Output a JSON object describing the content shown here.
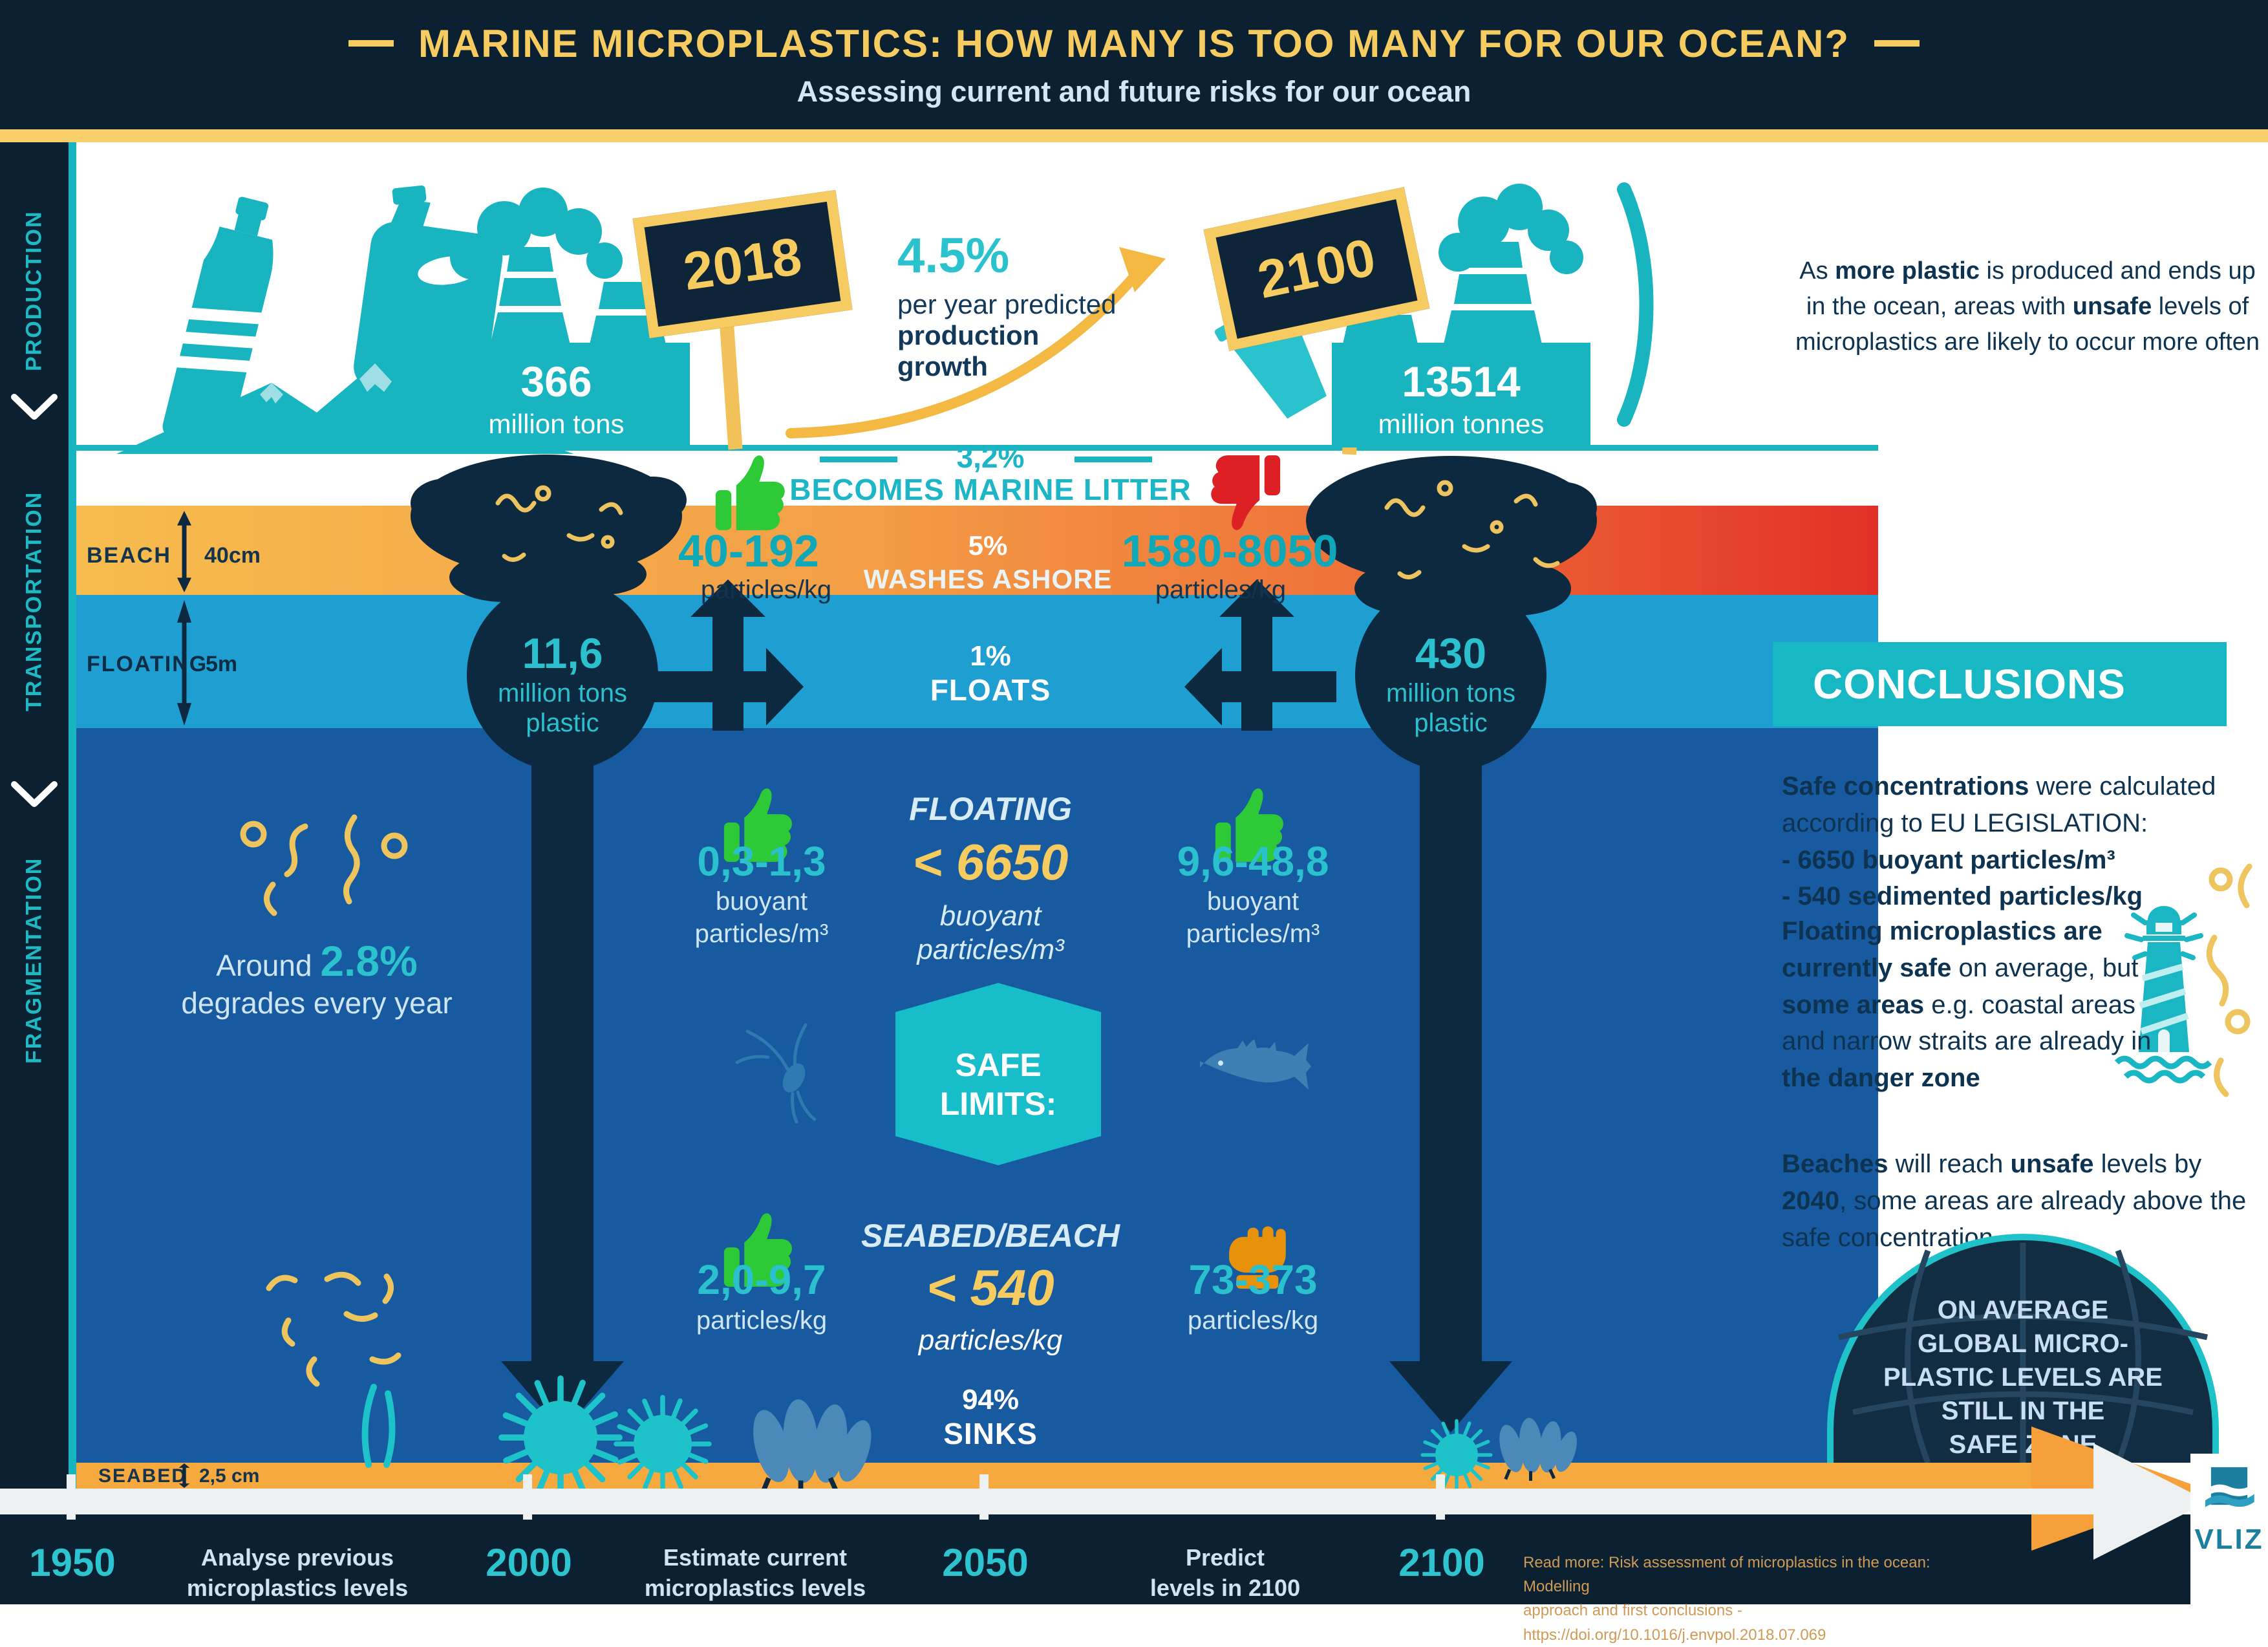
{
  "header": {
    "title": "MARINE MICROPLASTICS: HOW MANY IS TOO MANY FOR OUR OCEAN?",
    "subtitle": "Assessing current and future risks for our ocean"
  },
  "sidebar": {
    "items": [
      {
        "label": "PRODUCTION"
      },
      {
        "label": "TRANSPORTATION"
      },
      {
        "label": "FRAGMENTATION"
      }
    ]
  },
  "production": {
    "now": {
      "year": "2018",
      "amount": "366",
      "unit": "million tons"
    },
    "future": {
      "year": "2100",
      "amount": "13514",
      "unit": "million tonnes"
    },
    "growth": {
      "pct": "4.5%",
      "line1": "per year predicted",
      "line2": "production",
      "line3": "growth"
    },
    "note": {
      "s1": "As ",
      "s2": "more plastic",
      "s3": " is produced and ends up in the ocean, areas with ",
      "s4": "unsafe",
      "s5": " levels of microplastics are likely to occur more often"
    }
  },
  "litter": {
    "pct": "3,2%",
    "label": "BECOMES MARINE LITTER"
  },
  "layers": {
    "beach": {
      "label": "BEACH",
      "depth": "40cm"
    },
    "floating": {
      "label": "FLOATING",
      "depth": "5m"
    },
    "seabed": {
      "label": "SEABED",
      "depth": "2,5 cm"
    }
  },
  "beach_row": {
    "now": {
      "value": "40-192",
      "unit": "particles/kg"
    },
    "mid": {
      "pct": "5%",
      "label": "WASHES ASHORE"
    },
    "future": {
      "value": "1580-8050",
      "unit": "particles/kg"
    }
  },
  "float_layer": {
    "now": {
      "value": "11,6",
      "unit1": "million tons",
      "unit2": "plastic"
    },
    "mid": {
      "pct": "1%",
      "label": "FLOATS"
    },
    "future": {
      "value": "430",
      "unit1": "million tons",
      "unit2": "plastic"
    }
  },
  "floating_row": {
    "title": "FLOATING",
    "now": {
      "value": "0,3-1,3",
      "unit1": "buoyant",
      "unit2": "particles/m³"
    },
    "limit": {
      "value": "< 6650",
      "unit1": "buoyant",
      "unit2": "particles/m³"
    },
    "future": {
      "value": "9,6-48,8",
      "unit1": "buoyant",
      "unit2": "particles/m³"
    }
  },
  "degrade": {
    "prefix": "Around ",
    "pct": "2.8%",
    "suffix": "degrades every year"
  },
  "safe_limits": {
    "line1": "SAFE",
    "line2": "LIMITS:"
  },
  "seabed_row": {
    "title": "SEABED/BEACH",
    "now": {
      "value": "2,0-9,7",
      "unit": "particles/kg"
    },
    "limit": {
      "value": "< 540",
      "unit": "particles/kg"
    },
    "future": {
      "value": "73-373",
      "unit": "particles/kg"
    }
  },
  "sinks": {
    "pct": "94%",
    "label": "SINKS"
  },
  "conclusions": {
    "title": "CONCLUSIONS",
    "p1": {
      "s1": "Safe concentrations",
      "s2": " were calculated according to EU LEGISLATION:",
      "li1": "- 6650 buoyant particles/m³",
      "li2": "- 540  sedimented particles/kg"
    },
    "p2": {
      "s1": "Floating microplastics are currently safe",
      "s2": " on average,  but ",
      "s3": "some areas",
      "s4": " e.g. coastal areas and narrow straits are already in ",
      "s5": "the danger zone"
    },
    "p3": {
      "s1": "Beaches",
      "s2": " will reach ",
      "s3": "unsafe",
      "s4": " levels by ",
      "s5": "2040",
      "s6": ", some areas are already above the safe concentration"
    },
    "globe_lines": [
      {
        "t": "ON AVERAGE"
      },
      {
        "t": "GLOBAL MICRO-"
      },
      {
        "t": "PLASTIC LEVELS ARE"
      },
      {
        "t": "STILL IN THE"
      },
      {
        "t": "SAFE ZONE"
      }
    ]
  },
  "timeline": {
    "years": [
      {
        "y": "1950"
      },
      {
        "y": "2000"
      },
      {
        "y": "2050"
      },
      {
        "y": "2100"
      }
    ],
    "captions": [
      {
        "l1": "Analyse previous",
        "l2": "microplastics levels"
      },
      {
        "l1": "Estimate current",
        "l2": "microplastics levels"
      },
      {
        "l1": "Predict",
        "l2": "levels in 2100"
      }
    ]
  },
  "footer": {
    "read_more_line1": "Read more: Risk assessment of microplastics in the ocean: Modelling",
    "read_more_line2": "approach and first conclusions - https://doi.org/10.1016/j.envpol.2018.07.069",
    "logo": "VLIZ"
  },
  "colors": {
    "accent_teal": "#18b5c0",
    "accent_yellow": "#f6cb5f",
    "navy": "#0d2940",
    "ocean_blue": "#175a9f",
    "floating_band_blue": "#1f9ed2",
    "sand_orange": "#f6a93e",
    "beach_red": "#e23128",
    "safe_green": "#2dc937",
    "danger_red": "#dc2026",
    "warning_orange": "#e8920c"
  }
}
